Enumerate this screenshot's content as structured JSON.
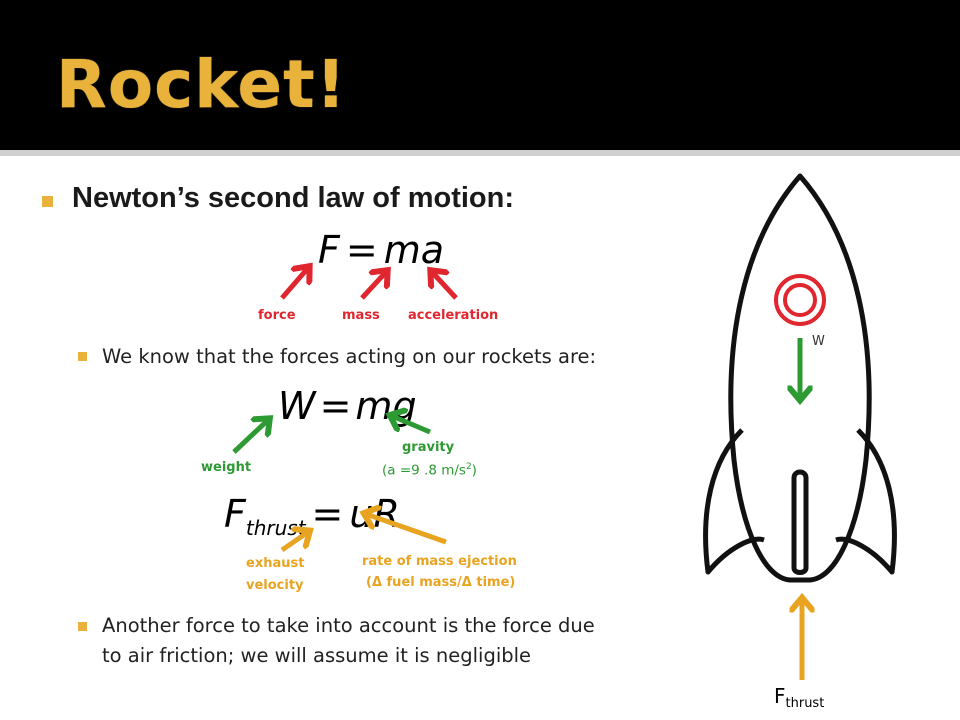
{
  "title": "Rocket!",
  "heading": "Newton’s second law of motion:",
  "equation1": {
    "lhs": "F",
    "rhs": "ma",
    "labels": {
      "force": "force",
      "mass": "mass",
      "acceleration": "acceleration"
    }
  },
  "bullet1": "We know that the forces acting on our rockets are:",
  "equation2": {
    "lhs": "W",
    "rhs": "mg",
    "labels": {
      "weight": "weight",
      "gravity": "gravity",
      "gravity_value": "(a =9 .8 m/s",
      "gravity_exp": "2",
      "gravity_close": ")"
    }
  },
  "equation3": {
    "lhs": "F",
    "sub": "thrust",
    "rhs": "uR",
    "labels": {
      "exhaust_line1": "exhaust",
      "exhaust_line2": "velocity",
      "rate_line1": "rate of mass ejection",
      "rate_line2": "(Δ fuel mass/Δ time)"
    }
  },
  "bullet2_line1": "Another force to take into account is the force due",
  "bullet2_line2": "to air friction; we will assume it is negligible",
  "diagram": {
    "weight_label": "W",
    "thrust_main": "F",
    "thrust_sub": "thrust"
  },
  "colors": {
    "accent": "#e8b23b",
    "red": "#e0262e",
    "green": "#2e9a34",
    "orange": "#e8a421"
  }
}
